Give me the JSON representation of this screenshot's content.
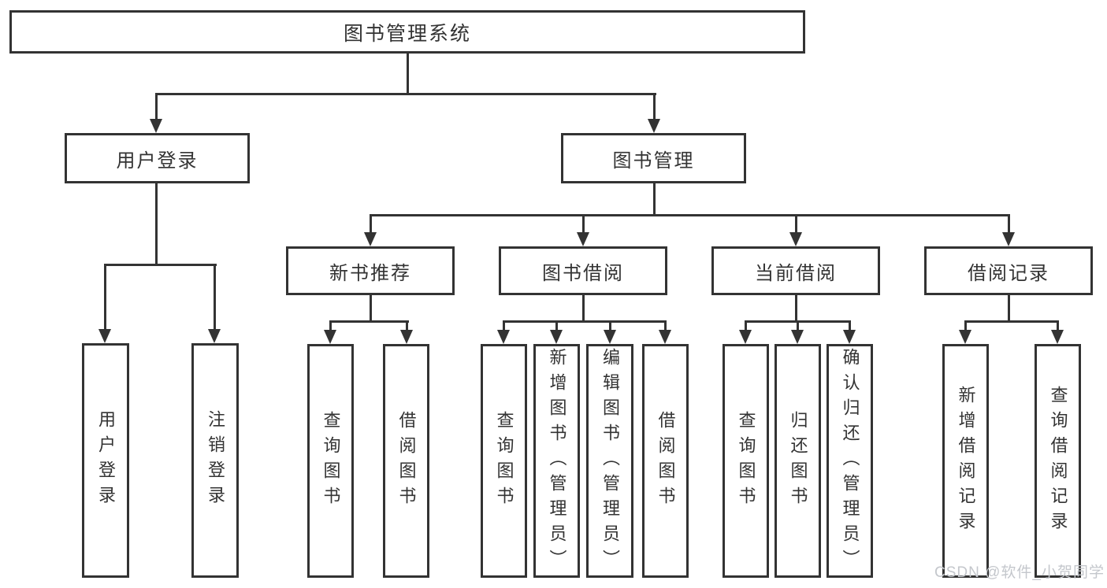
{
  "diagram": {
    "title": "图书管理系统",
    "level2": {
      "user_login": "用户登录",
      "book_mgmt": "图书管理"
    },
    "level3": {
      "new_book_rec": "新书推荐",
      "book_borrow": "图书借阅",
      "current_borrow": "当前借阅",
      "borrow_records": "借阅记录"
    },
    "leaves": {
      "user_login_group": {
        "login": "用户登录",
        "logout": "注销登录"
      },
      "new_book_rec_group": {
        "query": "查询图书",
        "borrow": "借阅图书"
      },
      "book_borrow_group": {
        "query": "查询图书",
        "add": "新增图书（管理员）",
        "edit": "编辑图书（管理员）",
        "borrow": "借阅图书"
      },
      "current_borrow_group": {
        "query": "查询图书",
        "return": "归还图书",
        "confirm": "确认归还（管理员）"
      },
      "borrow_records_group": {
        "add": "新增借阅记录",
        "query": "查询借阅记录"
      }
    }
  },
  "watermark": {
    "text": "CSDN @软件_小贺同学"
  },
  "colors": {
    "line": "#333333",
    "text": "#333333",
    "watermark": "#c4c7cc",
    "background": "#ffffff"
  }
}
